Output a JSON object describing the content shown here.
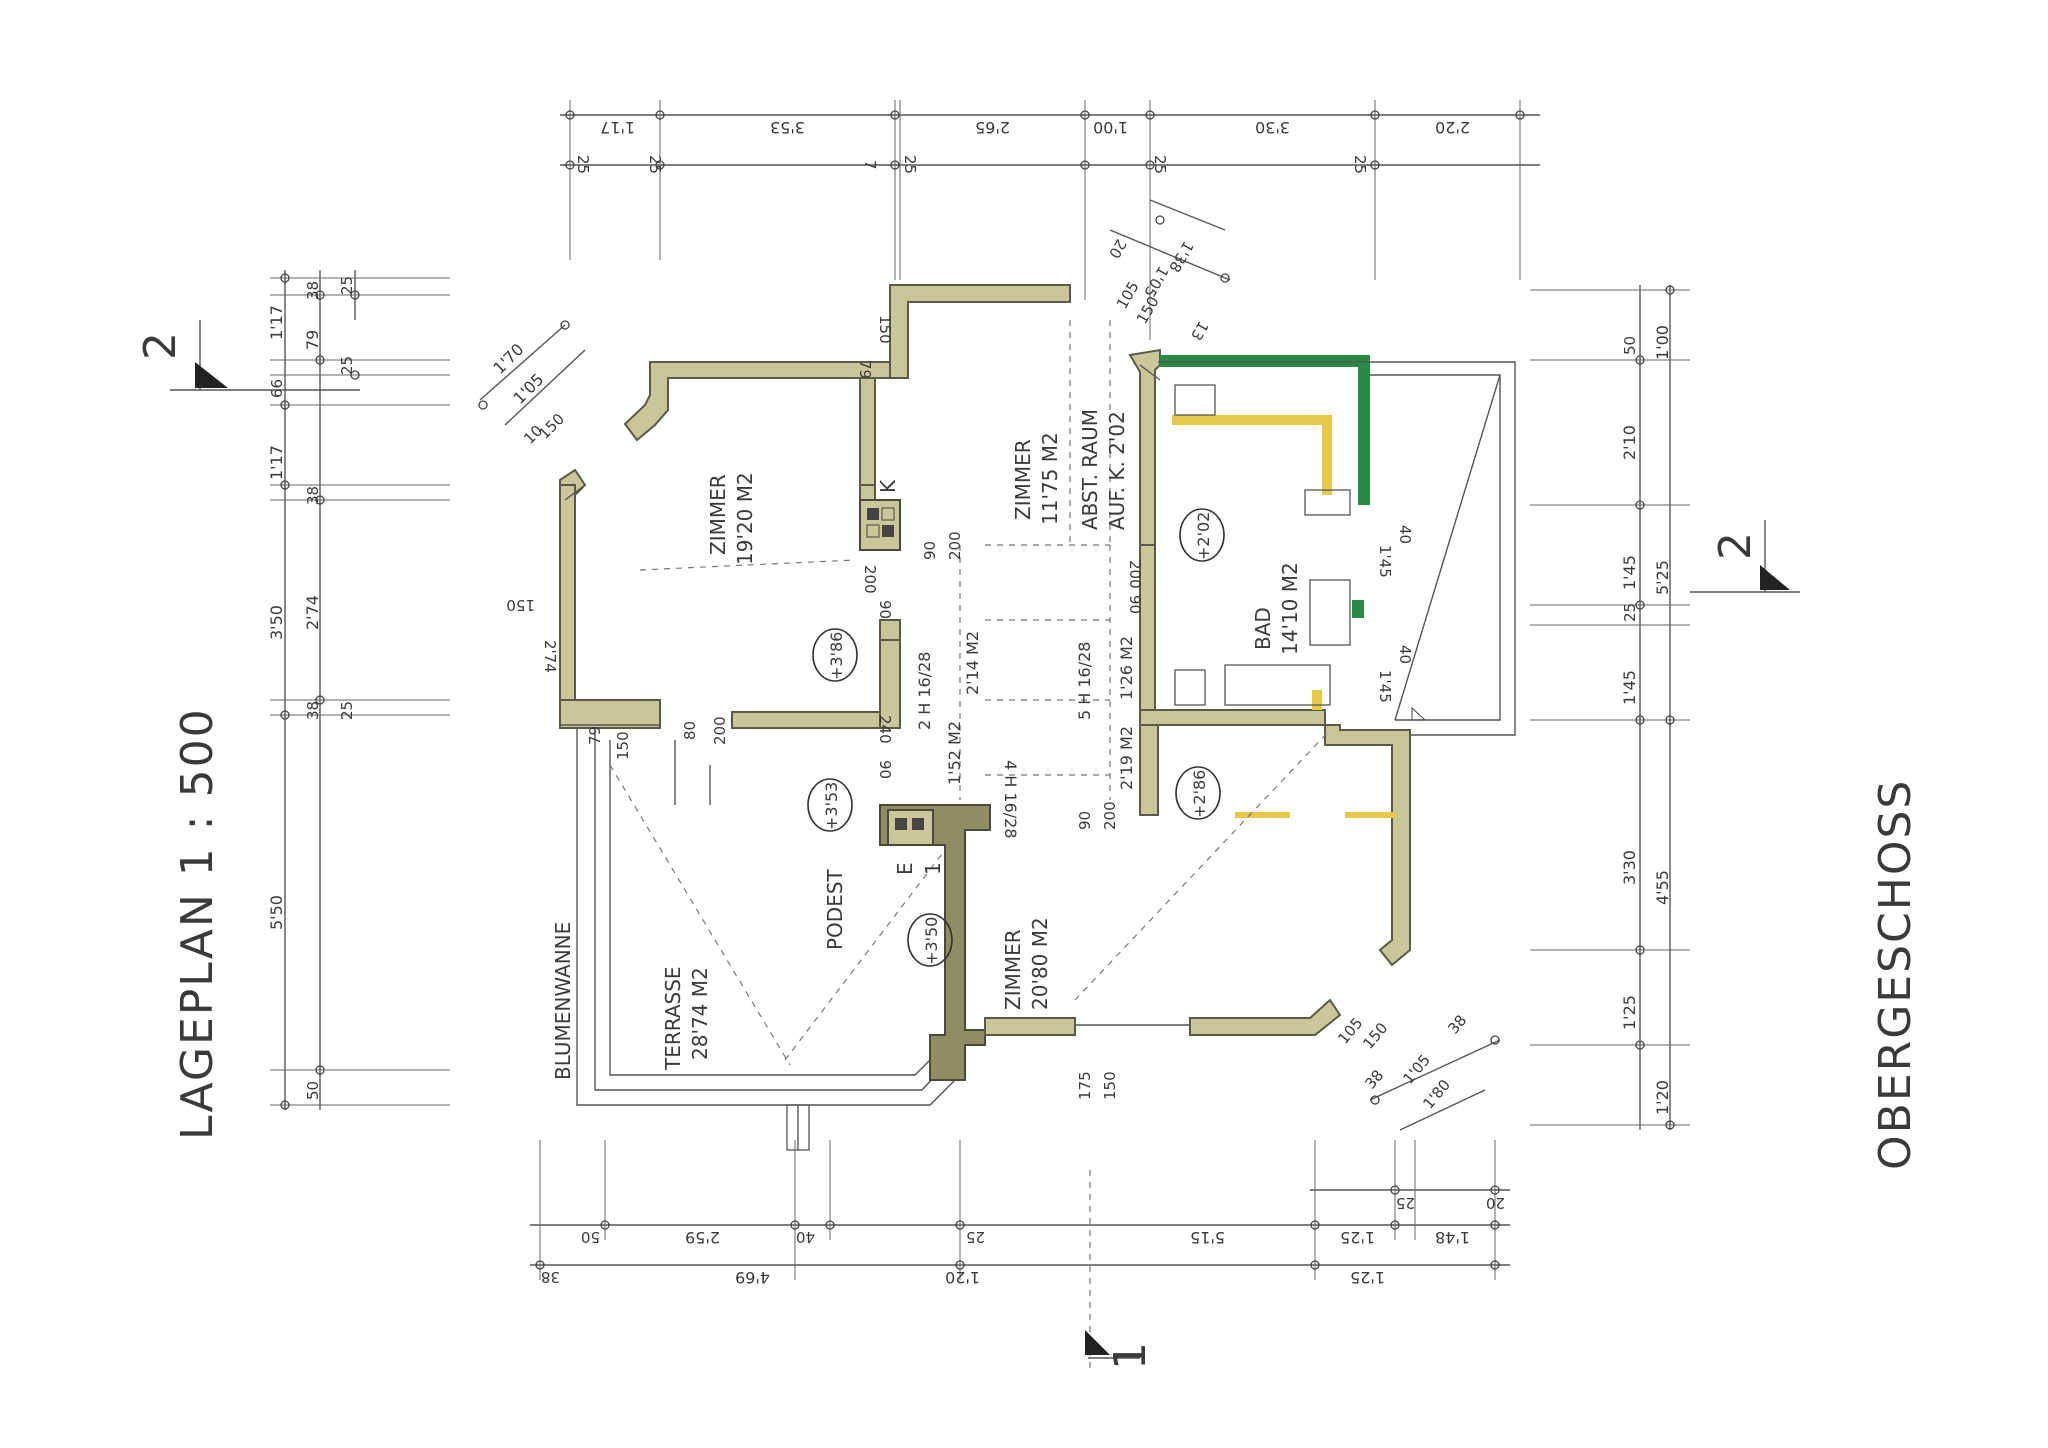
{
  "titles": {
    "lageplan": "LAGEPLAN   1 : 500",
    "geschoss": "OBERGESCHOSS"
  },
  "section_markers": {
    "top_left": "2",
    "right": "2",
    "bottom": "1"
  },
  "rooms": {
    "zimmer1_name": "ZIMMER",
    "zimmer1_area": "19'20 M2",
    "zimmer2_name": "ZIMMER",
    "zimmer2_area": "11'75 M2",
    "zimmer3_name": "ZIMMER",
    "zimmer3_area": "20'80 M2",
    "abst_line1": "ABST. RAUM",
    "abst_line2": "AUF. K. 2'02",
    "bad_name": "BAD",
    "bad_area": "14'10 M2",
    "terrasse_name": "TERRASSE",
    "terrasse_area": "28'74 M2",
    "podest": "PODEST",
    "blumenwanne": "BLUMENWANNE",
    "stair1": "2 H 16/28",
    "stair1_area": "2'14 M2",
    "stair2": "5 H 16/28",
    "stair2_area": "1'26 M2",
    "stair3": "4 H 16/28",
    "stair3_area": "1'52 M2",
    "stair4_area": "2'19 M2",
    "kamin_k": "K",
    "kamin_e": "E",
    "kamin_1": "1"
  },
  "levels": {
    "l386": "+3'86",
    "l353": "+3'53",
    "l350": "+3'50",
    "l202": "+2'02",
    "l286": "+2'86"
  },
  "dimensions": {
    "top": {
      "d1": "1'17",
      "d2": "3'53",
      "d3": "2'65",
      "d4": "1'00",
      "d5": "3'30",
      "d6": "2'20",
      "w1": "25",
      "w2": "25",
      "w3": "7",
      "w4": "25",
      "w5": "25",
      "w6": "25",
      "diag1": "20",
      "diag2": "1'05",
      "diag3": "1'38",
      "diag4": "105",
      "diag5": "150",
      "diag6": "13"
    },
    "left": {
      "o1": "1'17",
      "o2": "79",
      "o3": "38",
      "o4": "25",
      "o5": "66",
      "o6": "25",
      "o7": "1'17",
      "o8": "38",
      "o9": "3'50",
      "o10": "2'74",
      "o11": "38",
      "o12": "25",
      "o13": "5'50",
      "o14": "50",
      "diag1": "1'70",
      "diag2": "1'05",
      "diag3": "150",
      "diag4": "10"
    },
    "right": {
      "r1": "50",
      "r2": "1'00",
      "r3": "2'10",
      "r4": "1'45",
      "r5": "25",
      "r6": "1'45",
      "r7": "5'25",
      "r8": "3'30",
      "r9": "4'55",
      "r10": "1'25",
      "r11": "1'20",
      "diag1": "38",
      "diag2": "1'05",
      "diag3": "1'80",
      "diag4": "38",
      "diag5": "105",
      "diag6": "150"
    },
    "bottom": {
      "b1": "50",
      "b2": "2'59",
      "b3": "40",
      "b4": "25",
      "b5": "5'15",
      "b6": "1'25",
      "b7": "25",
      "b8": "1'48",
      "b9": "20",
      "c1": "38",
      "c2": "4'69",
      "c3": "1'20",
      "c4": "1'25"
    },
    "inner": {
      "i1": "150",
      "i2": "2'74",
      "i3": "79",
      "i4": "150",
      "i5": "90",
      "i6": "200",
      "i7": "90",
      "i8": "200",
      "i9": "90",
      "i10": "200",
      "i11": "80",
      "i12": "200",
      "i13": "90",
      "i14": "240",
      "i15": "90",
      "i16": "200",
      "i17": "175",
      "i18": "150",
      "i19": "1'45",
      "i20": "40",
      "i21": "1'45",
      "i22": "40",
      "i23": "79",
      "i24": "150"
    }
  }
}
